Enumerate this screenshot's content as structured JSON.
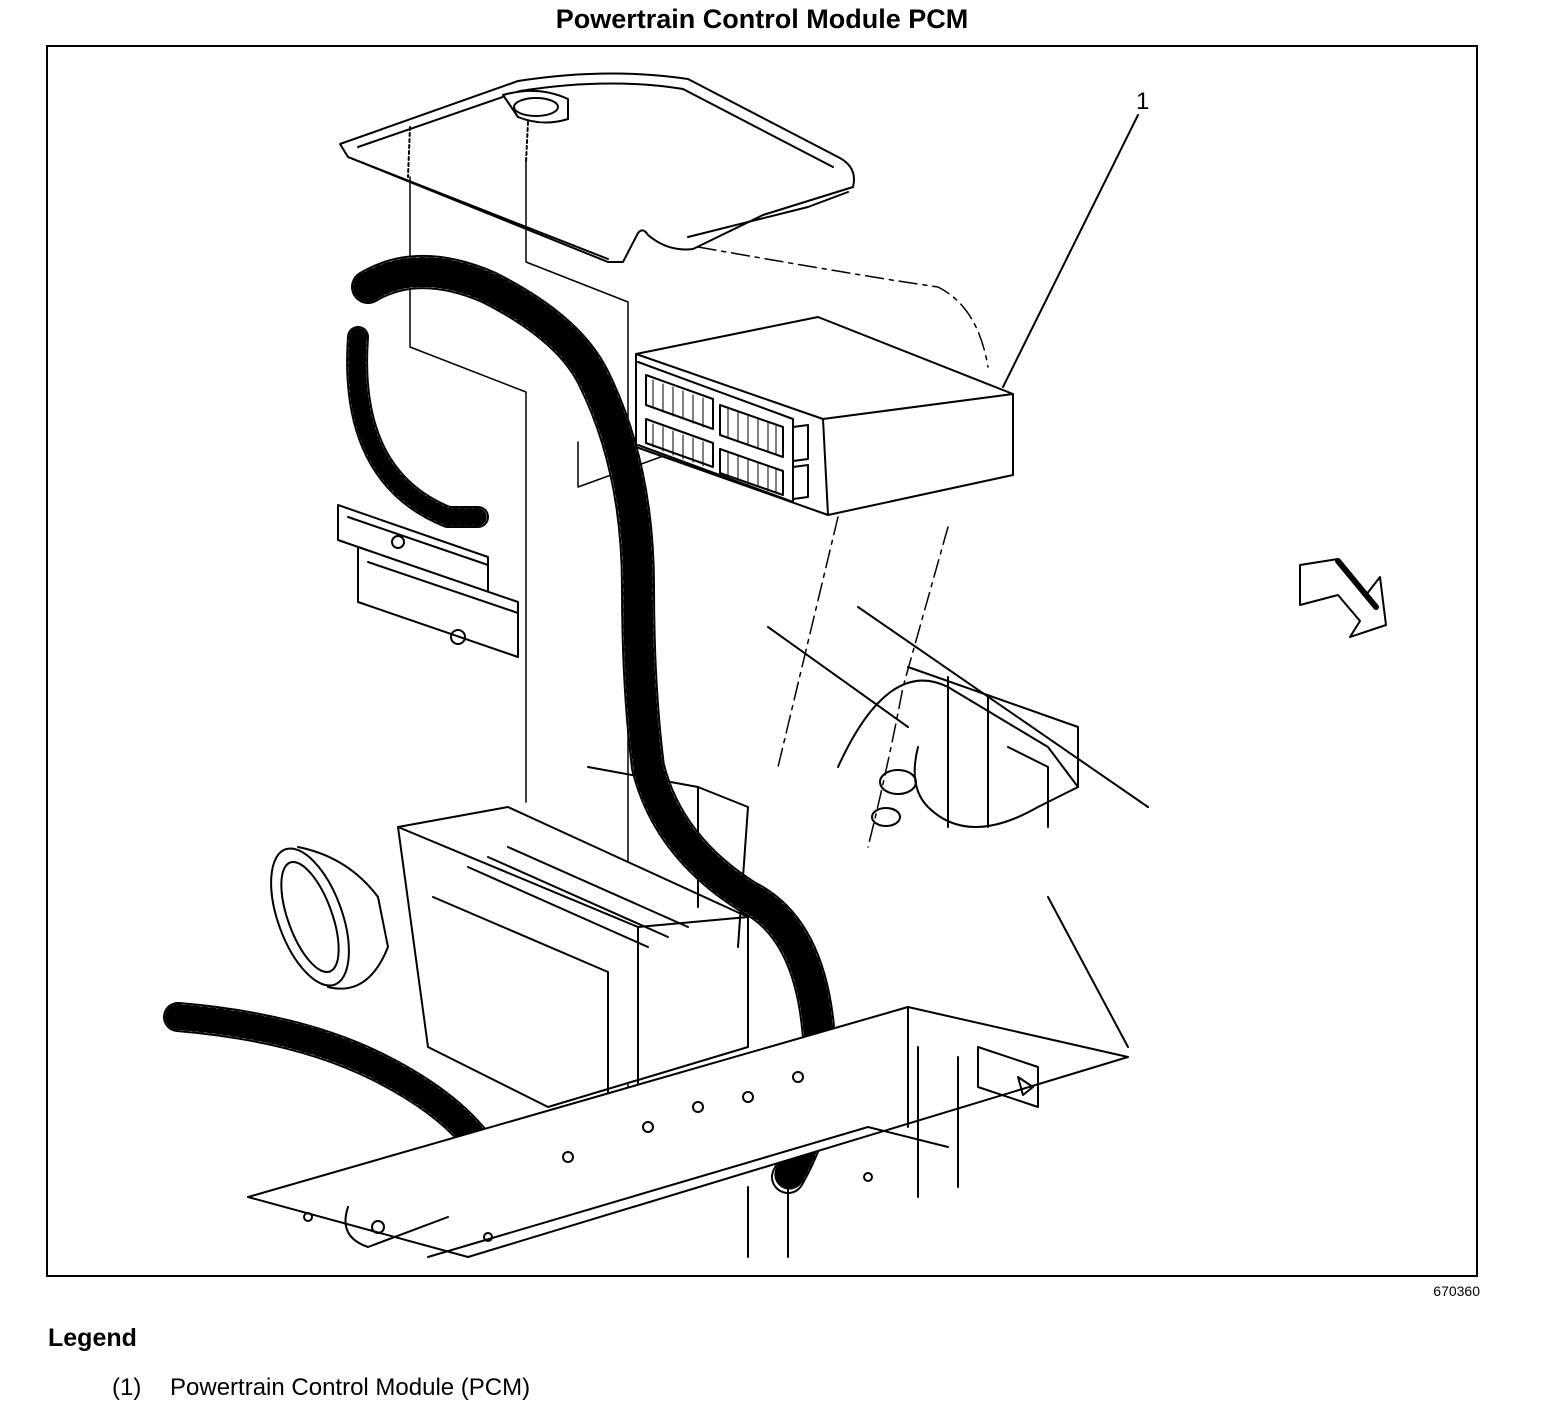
{
  "figure": {
    "title": "Powertrain Control Module PCM",
    "figure_id": "670360",
    "callout": "1"
  },
  "legend": {
    "heading": "Legend",
    "items": [
      {
        "number": "(1)",
        "label": "Powertrain Control Module (PCM)"
      }
    ]
  },
  "colors": {
    "line": "#000000",
    "background": "#ffffff"
  },
  "icons": {
    "direction": "forward-arrow-icon"
  }
}
